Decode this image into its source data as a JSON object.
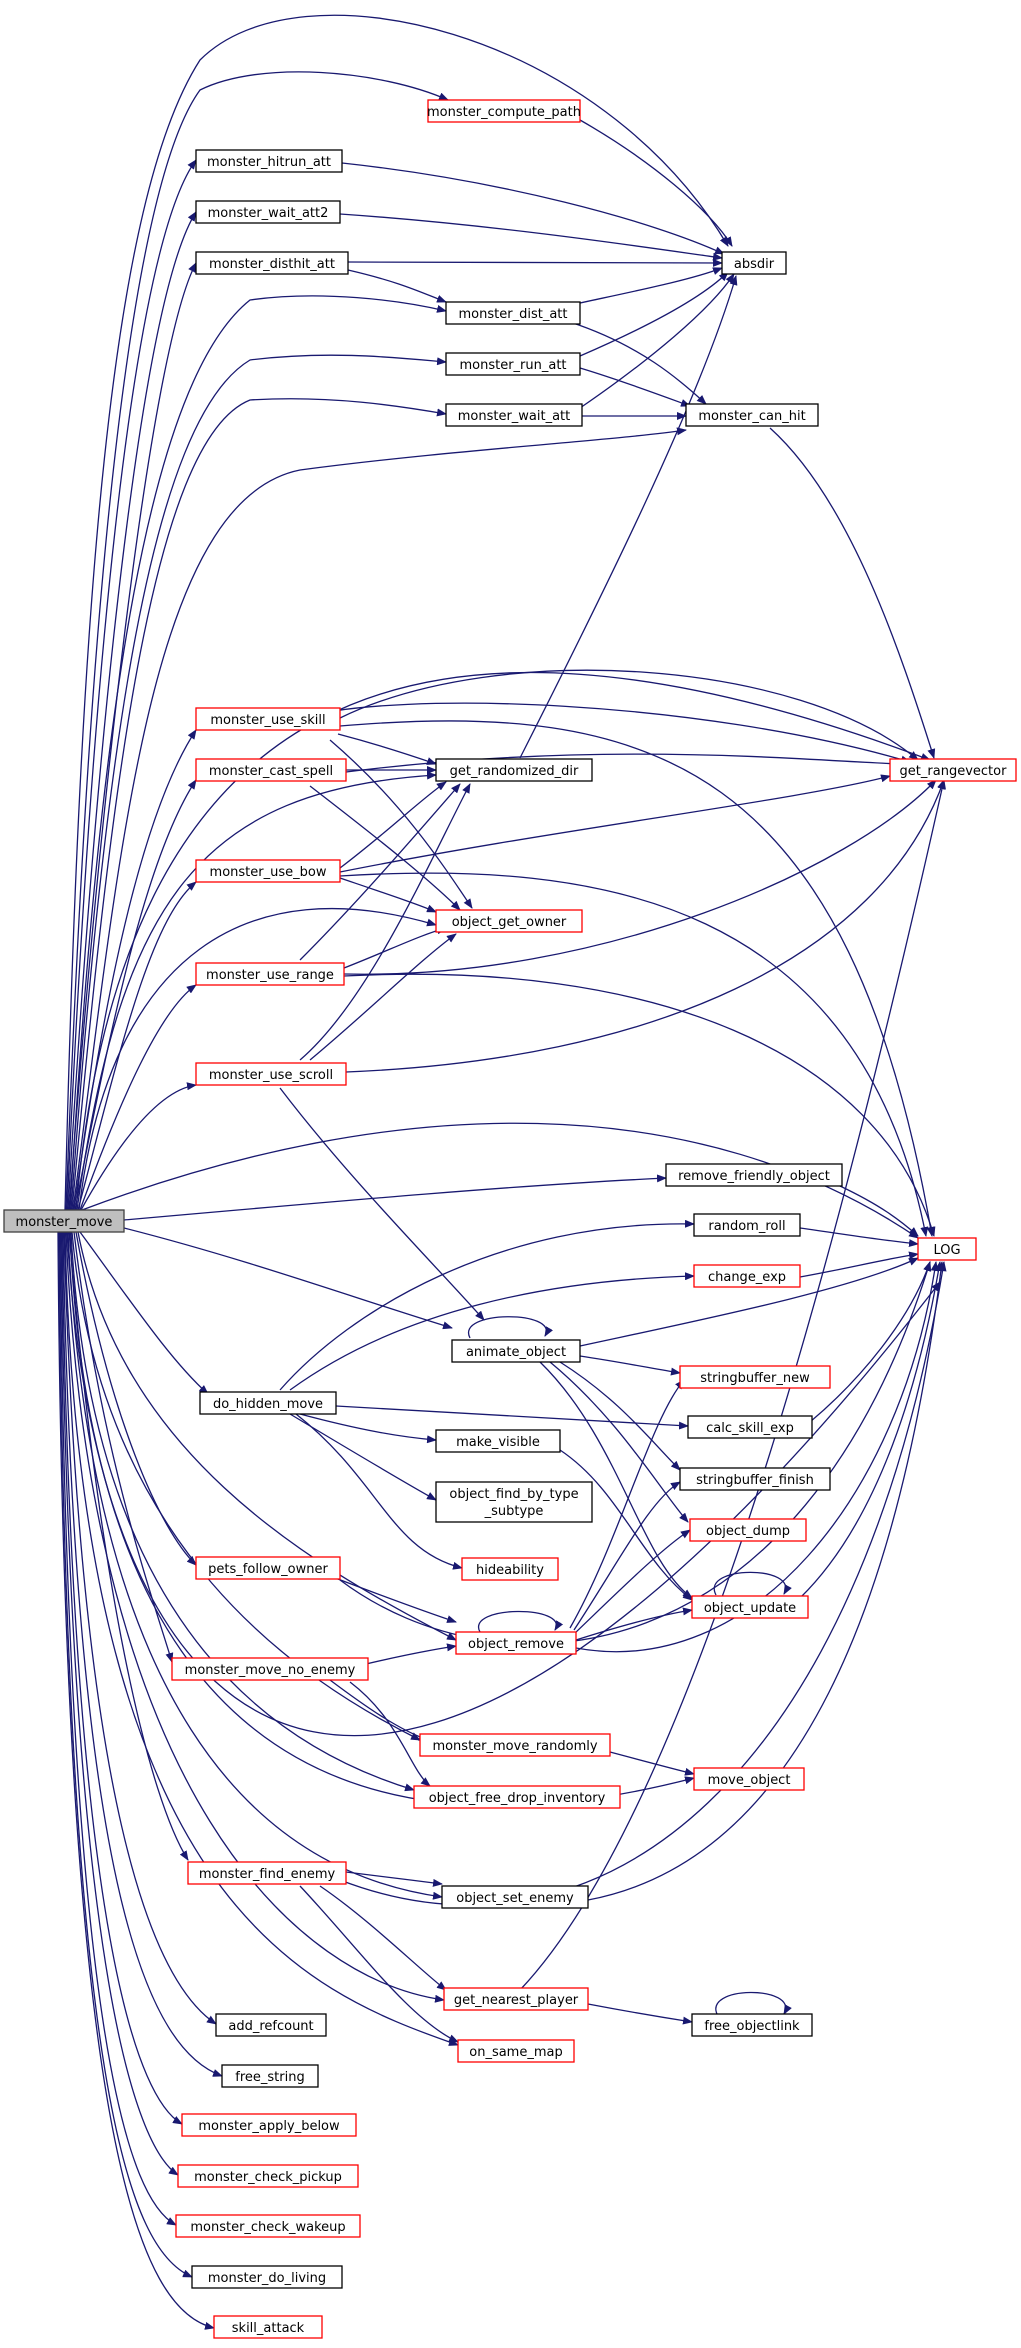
{
  "colors": {
    "edge": "#191970",
    "root_fill": "#bfbfbf",
    "root_border": "#404040",
    "normal_border": "#000000",
    "red_border": "#ff0000",
    "node_fill": "#ffffff"
  },
  "nodes": {
    "monster_move": "monster_move",
    "monster_compute_path": "monster_compute_path",
    "monster_hitrun_att": "monster_hitrun_att",
    "monster_wait_att2": "monster_wait_att2",
    "monster_disthit_att": "monster_disthit_att",
    "monster_dist_att": "monster_dist_att",
    "monster_run_att": "monster_run_att",
    "monster_wait_att": "monster_wait_att",
    "absdir": "absdir",
    "monster_can_hit": "monster_can_hit",
    "monster_use_skill": "monster_use_skill",
    "monster_cast_spell": "monster_cast_spell",
    "get_randomized_dir": "get_randomized_dir",
    "get_rangevector": "get_rangevector",
    "monster_use_bow": "monster_use_bow",
    "object_get_owner": "object_get_owner",
    "monster_use_range": "monster_use_range",
    "monster_use_scroll": "monster_use_scroll",
    "remove_friendly_object": "remove_friendly_object",
    "random_roll": "random_roll",
    "LOG": "LOG",
    "change_exp": "change_exp",
    "animate_object": "animate_object",
    "stringbuffer_new": "stringbuffer_new",
    "do_hidden_move": "do_hidden_move",
    "calc_skill_exp": "calc_skill_exp",
    "make_visible": "make_visible",
    "stringbuffer_finish": "stringbuffer_finish",
    "object_find_by_type_subtype_1": "object_find_by_type",
    "object_find_by_type_subtype_2": "_subtype",
    "object_dump": "object_dump",
    "hideability": "hideability",
    "pets_follow_owner": "pets_follow_owner",
    "object_update": "object_update",
    "object_remove": "object_remove",
    "monster_move_no_enemy": "monster_move_no_enemy",
    "monster_move_randomly": "monster_move_randomly",
    "move_object": "move_object",
    "object_free_drop_inventory": "object_free_drop_inventory",
    "monster_find_enemy": "monster_find_enemy",
    "object_set_enemy": "object_set_enemy",
    "get_nearest_player": "get_nearest_player",
    "free_objectlink": "free_objectlink",
    "add_refcount": "add_refcount",
    "on_same_map": "on_same_map",
    "free_string": "free_string",
    "monster_apply_below": "monster_apply_below",
    "monster_check_pickup": "monster_check_pickup",
    "monster_check_wakeup": "monster_check_wakeup",
    "monster_do_living": "monster_do_living",
    "skill_attack": "skill_attack"
  }
}
